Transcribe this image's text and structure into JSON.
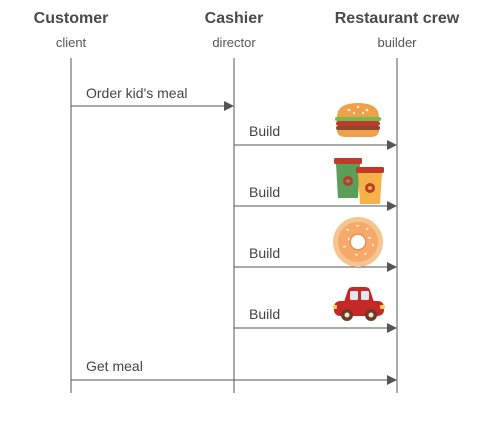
{
  "actors": [
    {
      "name": "Customer",
      "role": "client"
    },
    {
      "name": "Cashier",
      "role": "director"
    },
    {
      "name": "Restaurant crew",
      "role": "builder"
    }
  ],
  "messages": [
    {
      "label": "Order kid's meal",
      "from": 0,
      "to": 1
    },
    {
      "label": "Build",
      "from": 1,
      "to": 2,
      "icon": "burger-icon"
    },
    {
      "label": "Build",
      "from": 1,
      "to": 2,
      "icon": "drinks-icon"
    },
    {
      "label": "Build",
      "from": 1,
      "to": 2,
      "icon": "donut-icon"
    },
    {
      "label": "Build",
      "from": 1,
      "to": 2,
      "icon": "toy-car-icon"
    },
    {
      "label": "Get meal",
      "from": 0,
      "to": 2
    }
  ],
  "colors": {
    "line": "#555555",
    "text": "#444444"
  }
}
